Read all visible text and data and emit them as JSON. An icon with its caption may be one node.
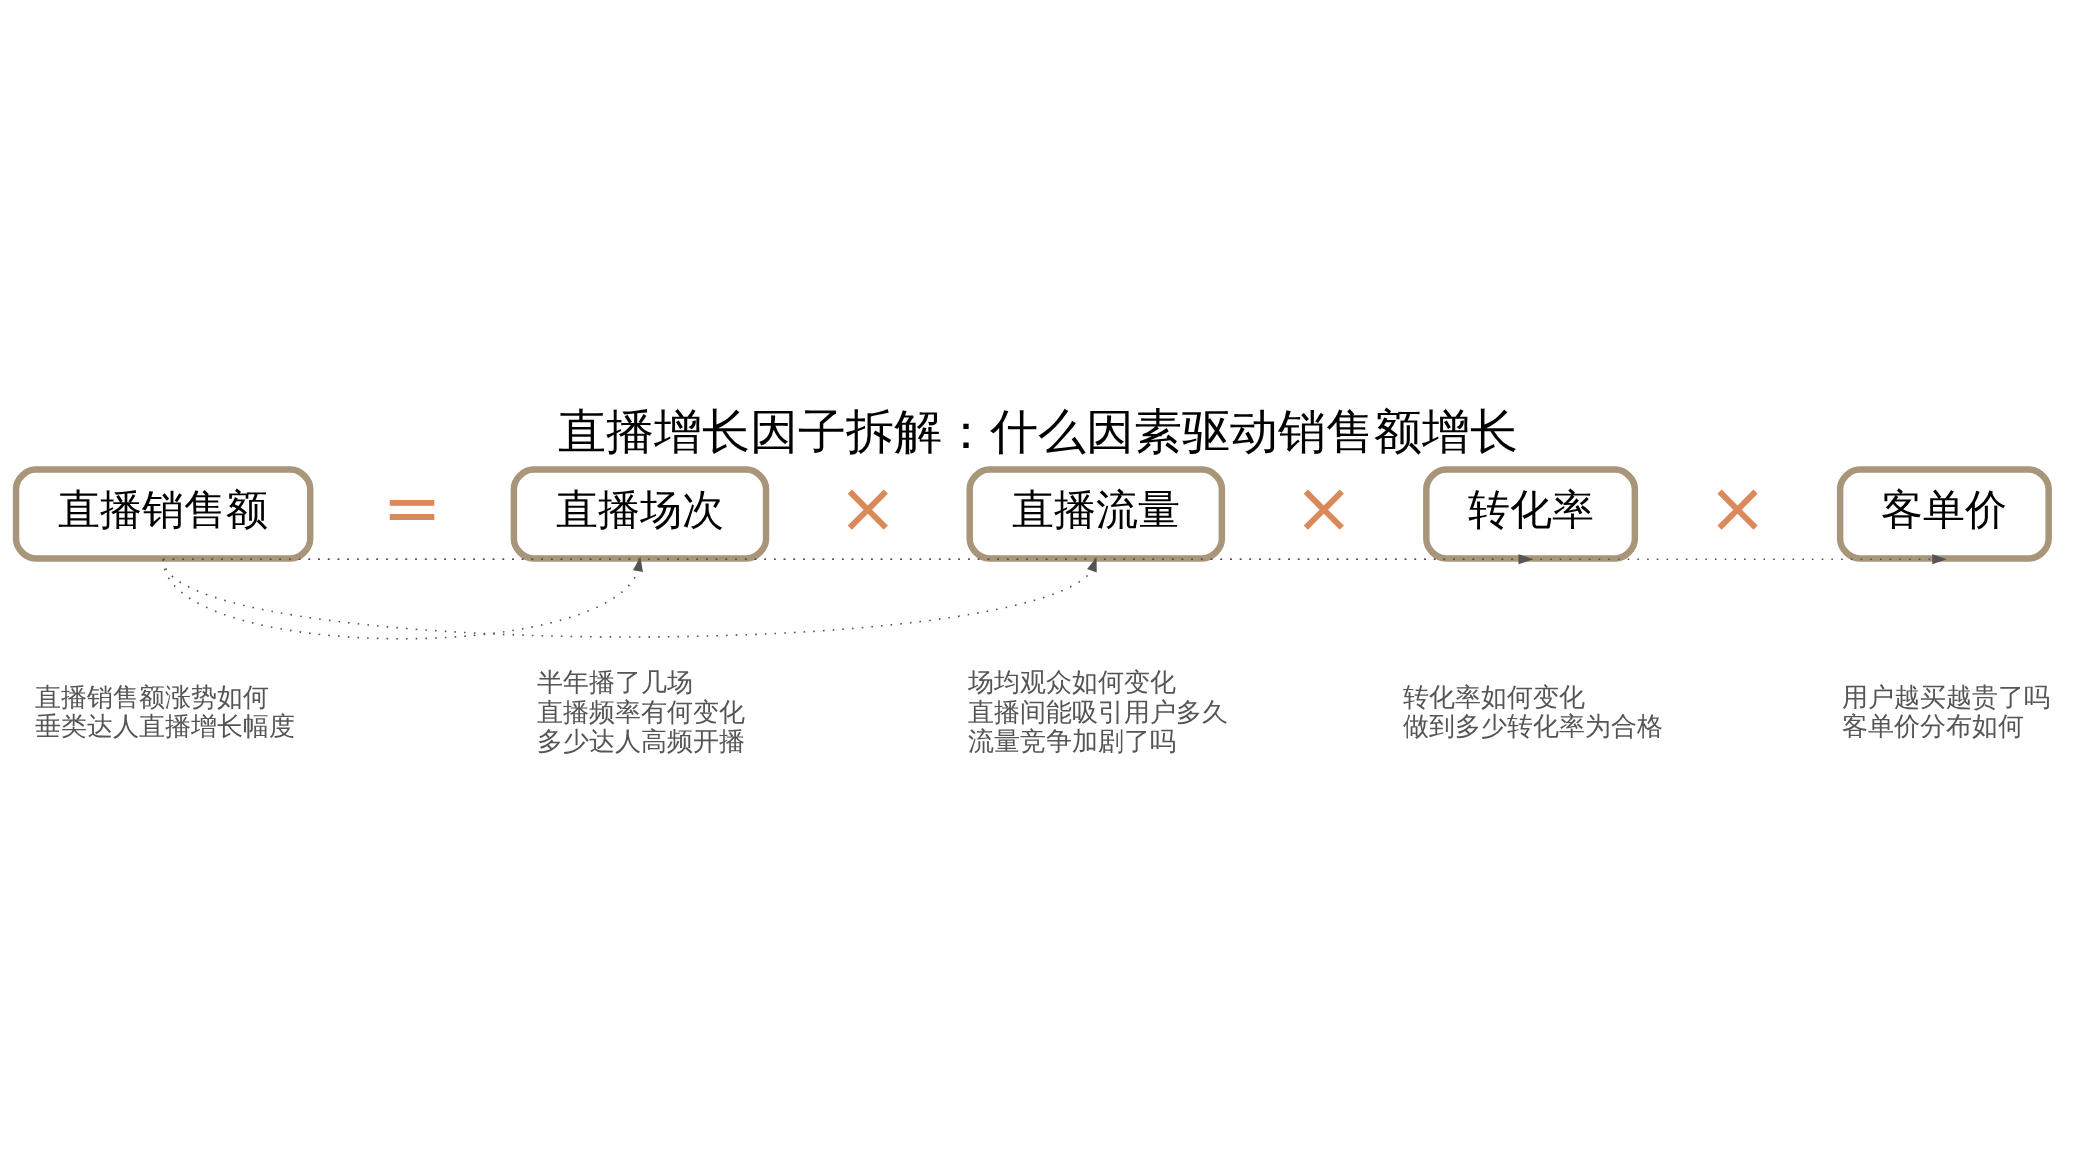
{
  "diagram": {
    "title": "直播增长因子拆解：什么因素驱动销售额增长",
    "nodes": [
      {
        "text": [
          "直播销售额"
        ],
        "beside": [
          "直播销售额涨势如何",
          "垂类达人直播增长幅度"
        ]
      },
      {
        "text": [
          "直播场次"
        ],
        "beside": [
          "半年播了几场",
          "直播频率有何变化",
          "多少达人高频开播"
        ]
      },
      {
        "text": [
          "直播流量"
        ],
        "beside": [
          "场均观众如何变化",
          "直播间能吸引用户多久",
          "流量竞争加剧了吗"
        ]
      },
      {
        "text": [
          "转化率"
        ],
        "beside": [
          "转化率如何变化",
          "做到多少转化率为合格"
        ]
      },
      {
        "text": [
          "客单价"
        ],
        "beside": [
          "用户越买越贵了吗",
          "客单价分布如何"
        ]
      }
    ],
    "edges": [
      {
        "from": 0,
        "to": 1,
        "arrow": "to",
        "style": "dashed"
      },
      {
        "from": 0,
        "to": 2,
        "arrow": "to",
        "style": "dashed"
      },
      {
        "from": 0,
        "to": 3,
        "arrow": "to",
        "style": "dashed"
      },
      {
        "from": 0,
        "to": 4,
        "arrow": "to",
        "style": "dashed"
      }
    ],
    "labels": [
      "=",
      "×",
      "×",
      "×"
    ]
  }
}
